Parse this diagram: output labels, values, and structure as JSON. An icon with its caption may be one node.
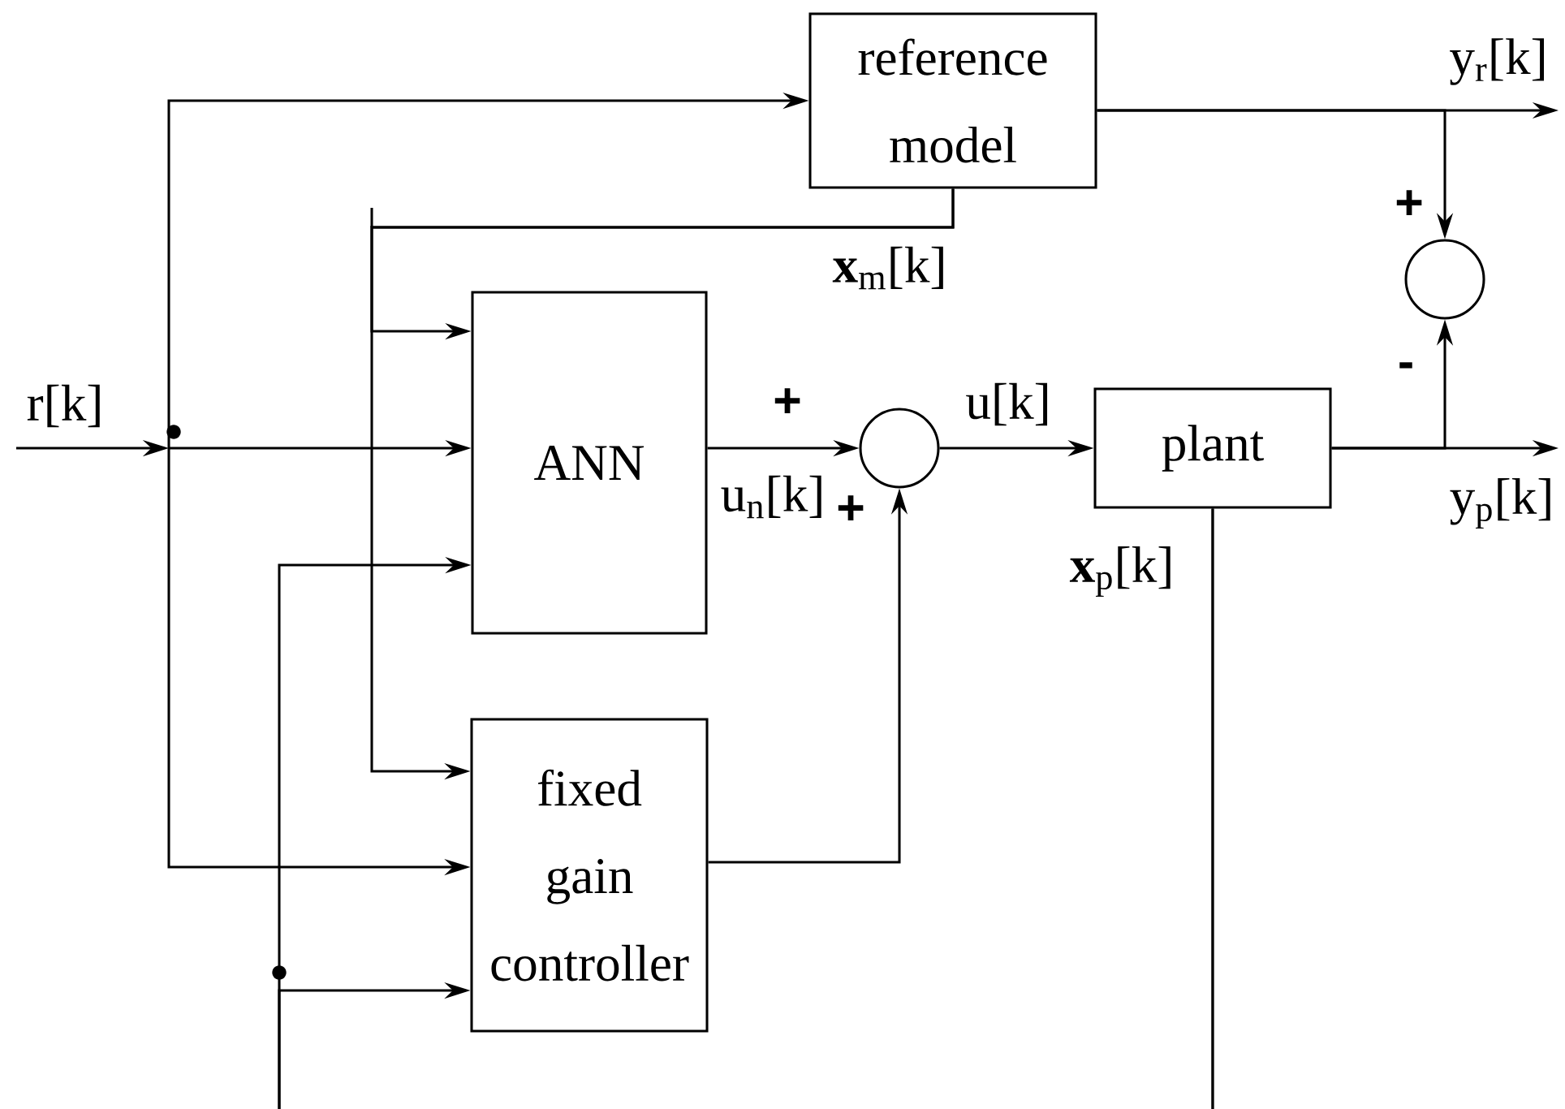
{
  "diagram": {
    "nodes": [
      {
        "text": [
          "reference model"
        ]
      },
      {
        "text": [
          "ANN"
        ]
      },
      {
        "text": [],
        "shape": "circle"
      },
      {
        "text": [
          "plant"
        ]
      },
      {
        "text": [],
        "shape": "circle"
      },
      {
        "text": [
          "fixed gain controller"
        ]
      }
    ],
    "edges": [
      {
        "from": null,
        "to": 0,
        "arrow": "to"
      },
      {
        "from": null,
        "to": 1,
        "arrow": "to"
      },
      {
        "from": null,
        "to": 5,
        "arrow": "to"
      },
      {
        "from": 0,
        "to": 1,
        "arrow": "to",
        "label": "**x**$_{m}$[k]"
      },
      {
        "from": 0,
        "to": 5,
        "arrow": "to"
      },
      {
        "from": 1,
        "to": 2,
        "arrow": "to",
        "label": "u$_{n}$[k]"
      },
      {
        "from": 5,
        "to": 2,
        "arrow": "to"
      },
      {
        "from": 2,
        "to": 3,
        "arrow": "to",
        "label": "u[k]"
      },
      {
        "from": 0,
        "to": null,
        "arrow": "to",
        "label": "y$_{r}$[k]"
      },
      {
        "from": 0,
        "to": 4,
        "arrow": "to"
      },
      {
        "from": 3,
        "to": null,
        "arrow": "to",
        "label": "y$_{p}$[k]"
      },
      {
        "from": 3,
        "to": 4,
        "arrow": "to"
      },
      {
        "from": 3,
        "to": 1,
        "arrow": "to",
        "label": "**x**$_{p}$[k]"
      },
      {
        "from": 3,
        "to": 5,
        "arrow": "to"
      }
    ],
    "labels": [
      "r[k]",
      "+",
      "+",
      "+",
      "-"
    ]
  }
}
